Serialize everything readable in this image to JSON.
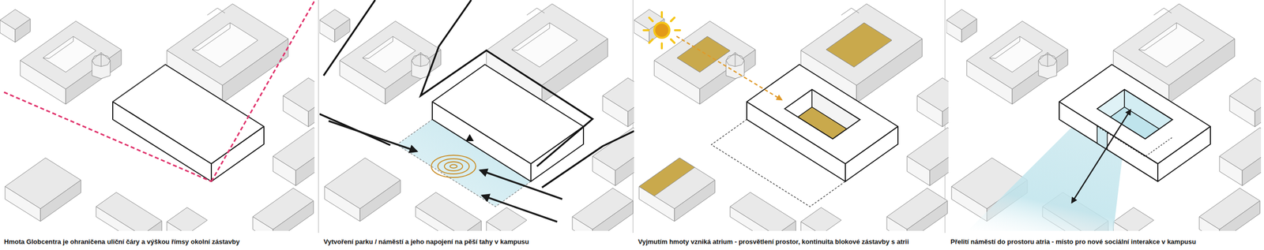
{
  "diagram": {
    "labels": [
      "Hmota Globcentra je ohraničena uliční čáry a výškou římsy okolní zástavby",
      "Vytvoření parku / náměstí a jeho napojení na pěší tahy v kampusu",
      "Vyjmutím hmoty vzniká atrium - prosvětlení prostor, kontinuita blokové zástavby s atrii",
      "Přelití náměstí do prostoru atria - místo pro nové sociální interakce v kampusu"
    ]
  }
}
